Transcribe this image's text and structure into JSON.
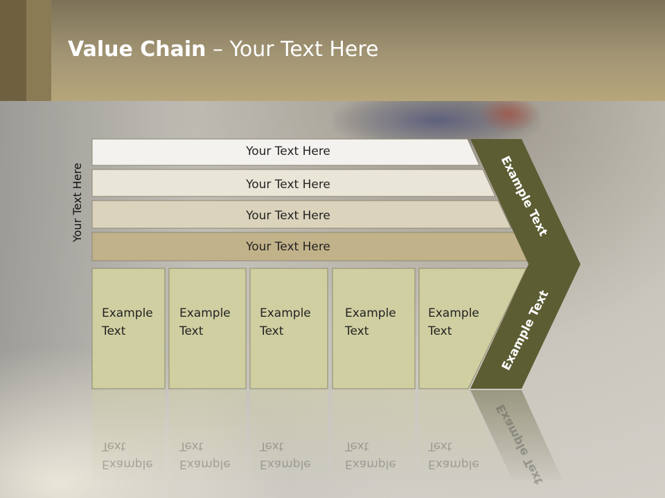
{
  "slide": {
    "title_bold": "Value Chain",
    "title_rest": " – Your Text Here",
    "side_label": "Your Text Here"
  },
  "bars": [
    {
      "label": "Your Text Here",
      "color": "#f3f2ee"
    },
    {
      "label": "Your Text Here",
      "color": "#e9e5d7"
    },
    {
      "label": "Your Text Here",
      "color": "#dcd3bc"
    },
    {
      "label": "Your Text Here",
      "color": "#c2b289"
    }
  ],
  "boxes": [
    {
      "line1": "Example",
      "line2": "Text"
    },
    {
      "line1": "Example",
      "line2": "Text"
    },
    {
      "line1": "Example",
      "line2": "Text"
    },
    {
      "line1": "Example",
      "line2": "Text"
    },
    {
      "line1": "Example",
      "line2": "Text"
    }
  ],
  "chevron": {
    "upper_label": "Example Text",
    "lower_label": "Example Text",
    "color": "#5c5d33"
  },
  "colors": {
    "box_fill": "#cfcfa2",
    "header_accent": "#b7a67a"
  }
}
